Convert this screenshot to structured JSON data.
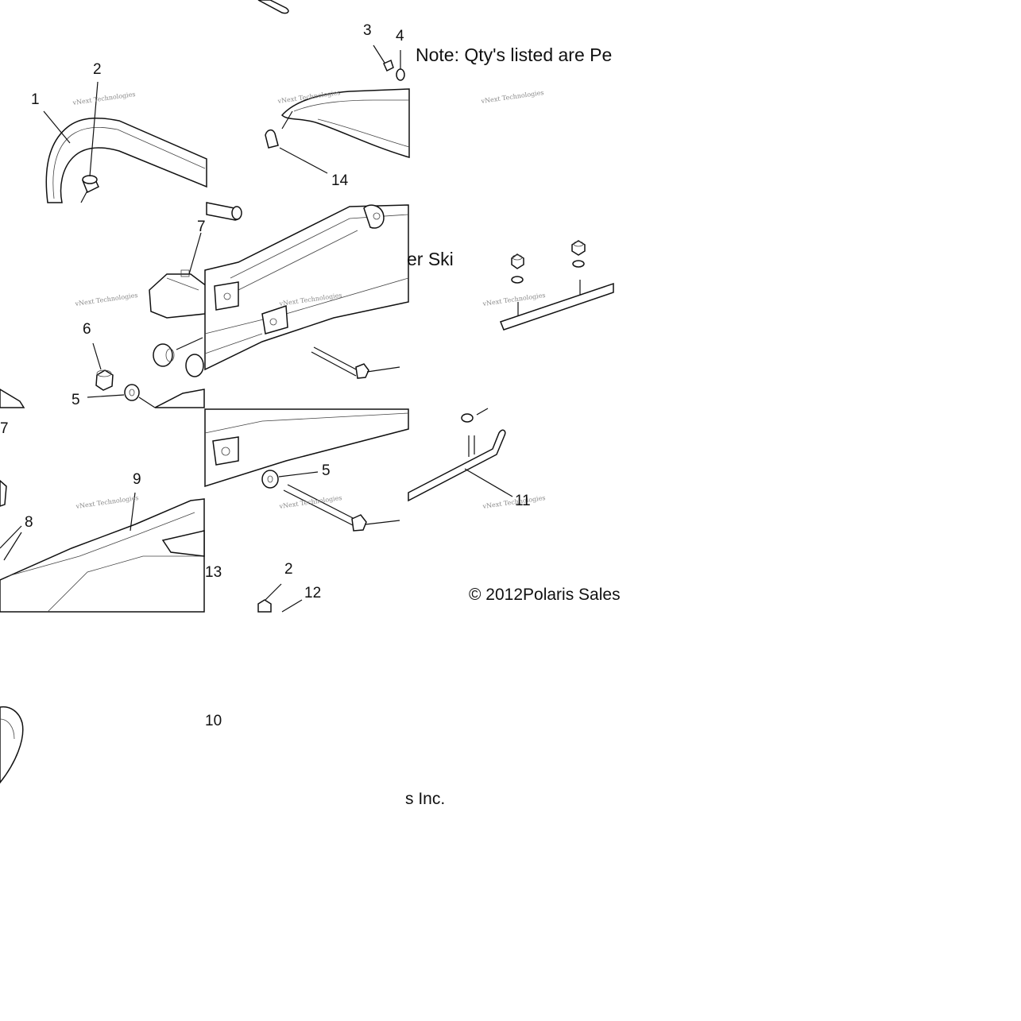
{
  "note_text": "Note: Qty's listed are Pe",
  "fragment_ski": "er Ski",
  "copyright_text": "© 2012Polaris Sales",
  "fragment_inc": "s Inc.",
  "watermark_text": "vNext Technologies",
  "callouts": {
    "c1": "1",
    "c2a": "2",
    "c3": "3",
    "c4": "4",
    "c14": "14",
    "c7a": "7",
    "c6": "6",
    "c5a": "5",
    "c7b": "7",
    "c9": "9",
    "c8": "8",
    "c13": "13",
    "c5b": "5",
    "c2b": "2",
    "c12": "12",
    "c11": "11",
    "c10": "10"
  }
}
